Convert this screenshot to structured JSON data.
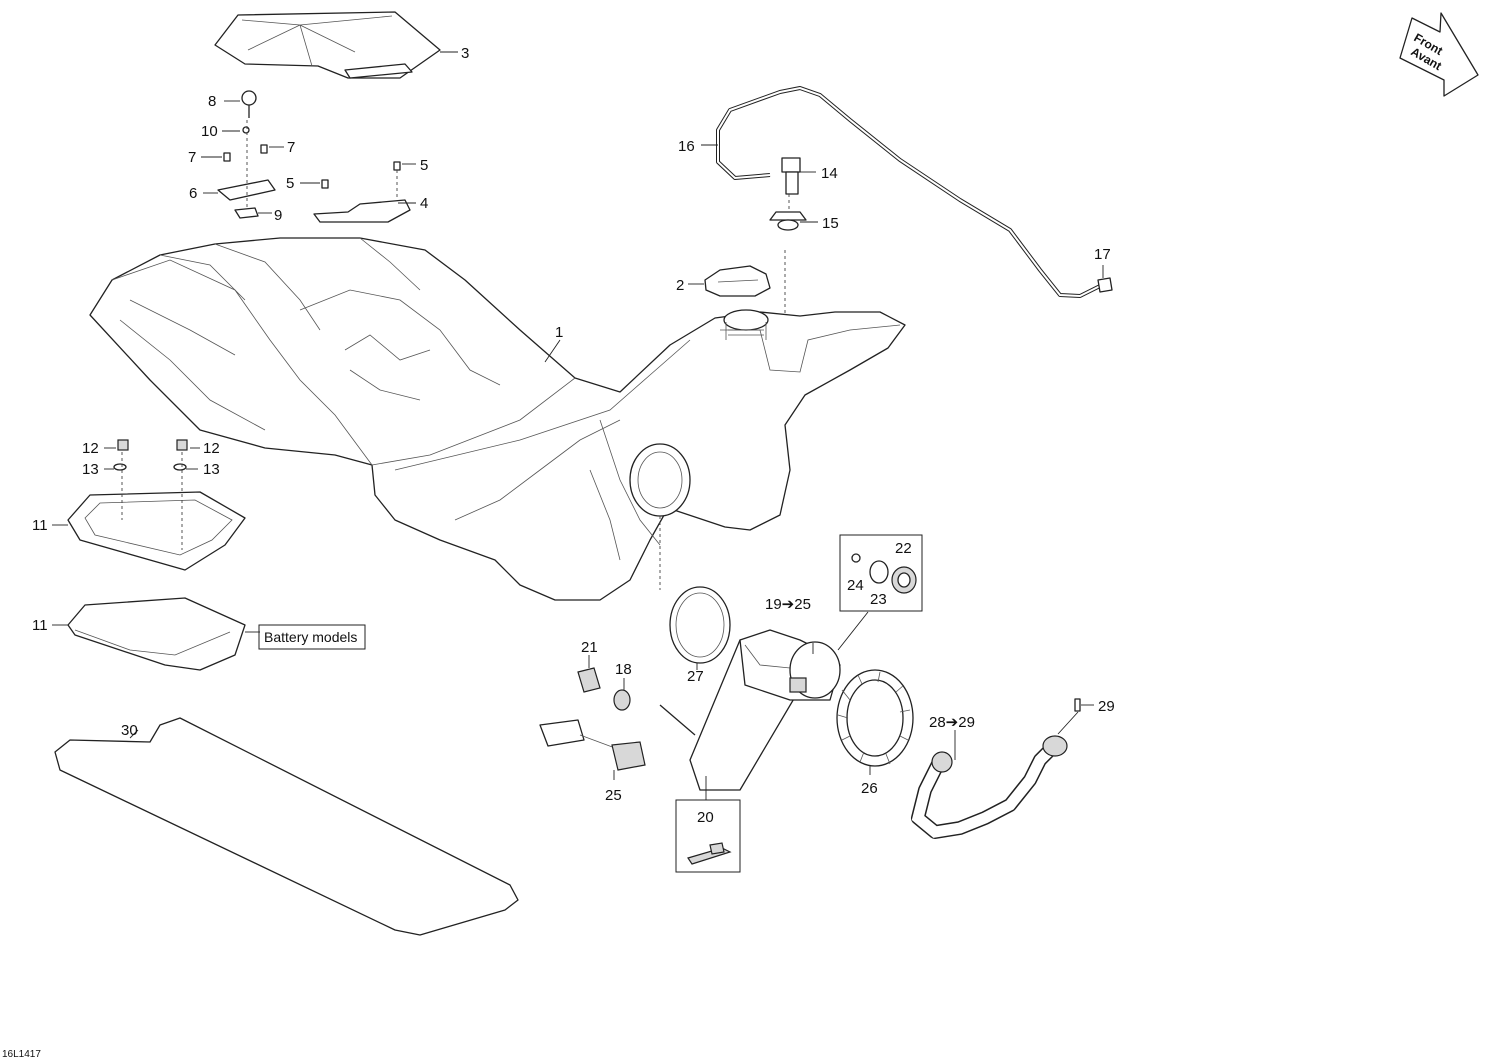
{
  "figure_code": "16L1417",
  "front_arrow": {
    "line1": "Front",
    "line2": "Avant"
  },
  "note": "Battery models",
  "callouts": {
    "c1": "1",
    "c2": "2",
    "c3": "3",
    "c4": "4",
    "c5a": "5",
    "c5b": "5",
    "c6": "6",
    "c7a": "7",
    "c7b": "7",
    "c8": "8",
    "c9": "9",
    "c10": "10",
    "c11a": "11",
    "c11b": "11",
    "c12a": "12",
    "c12b": "12",
    "c13a": "13",
    "c13b": "13",
    "c14": "14",
    "c15": "15",
    "c16": "16",
    "c17": "17",
    "c18": "18",
    "c19": "19➔25",
    "c20": "20",
    "c21": "21",
    "c22": "22",
    "c23": "23",
    "c24": "24",
    "c25": "25",
    "c26": "26",
    "c27": "27",
    "c28": "28➔29",
    "c29": "29",
    "c30": "30"
  },
  "colors": {
    "line": "#222222",
    "background": "#ffffff"
  }
}
